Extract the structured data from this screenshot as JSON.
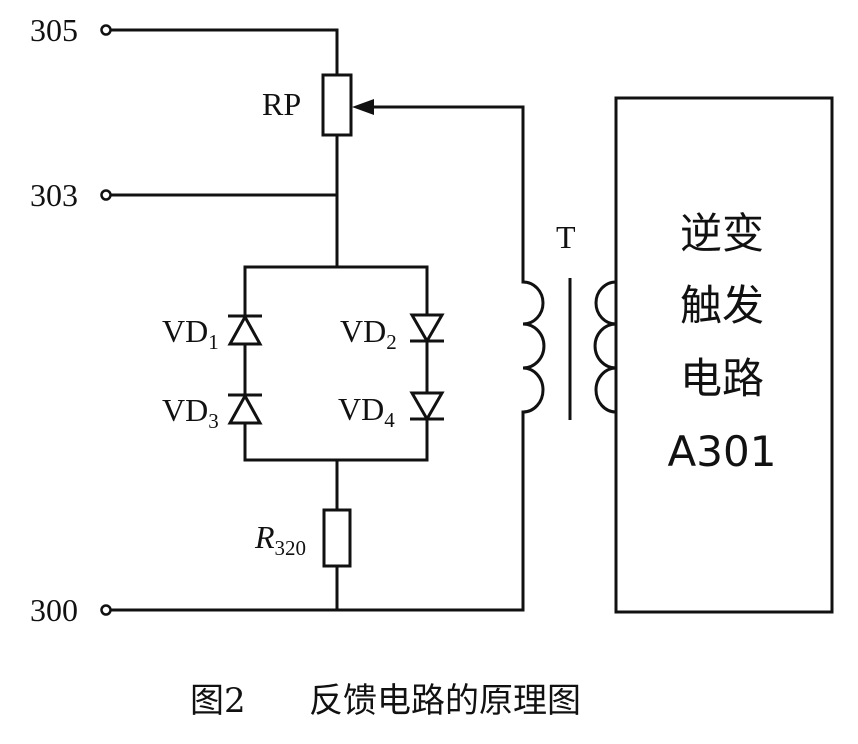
{
  "terminals": {
    "t305": "305",
    "t303": "303",
    "t300": "300"
  },
  "components": {
    "rp": "RP",
    "transformer": "T",
    "vd1": {
      "base": "VD",
      "sub": "1"
    },
    "vd2": {
      "base": "VD",
      "sub": "2"
    },
    "vd3": {
      "base": "VD",
      "sub": "3"
    },
    "vd4": {
      "base": "VD",
      "sub": "4"
    },
    "r320": {
      "base": "R",
      "sub": "320"
    }
  },
  "box": {
    "line1": "逆变",
    "line2": "触发",
    "line3": "电路",
    "line4": "A301"
  },
  "caption": {
    "figure": "图2",
    "title": "反馈电路的原理图"
  },
  "colors": {
    "ink": "#111111",
    "background": "#ffffff"
  }
}
